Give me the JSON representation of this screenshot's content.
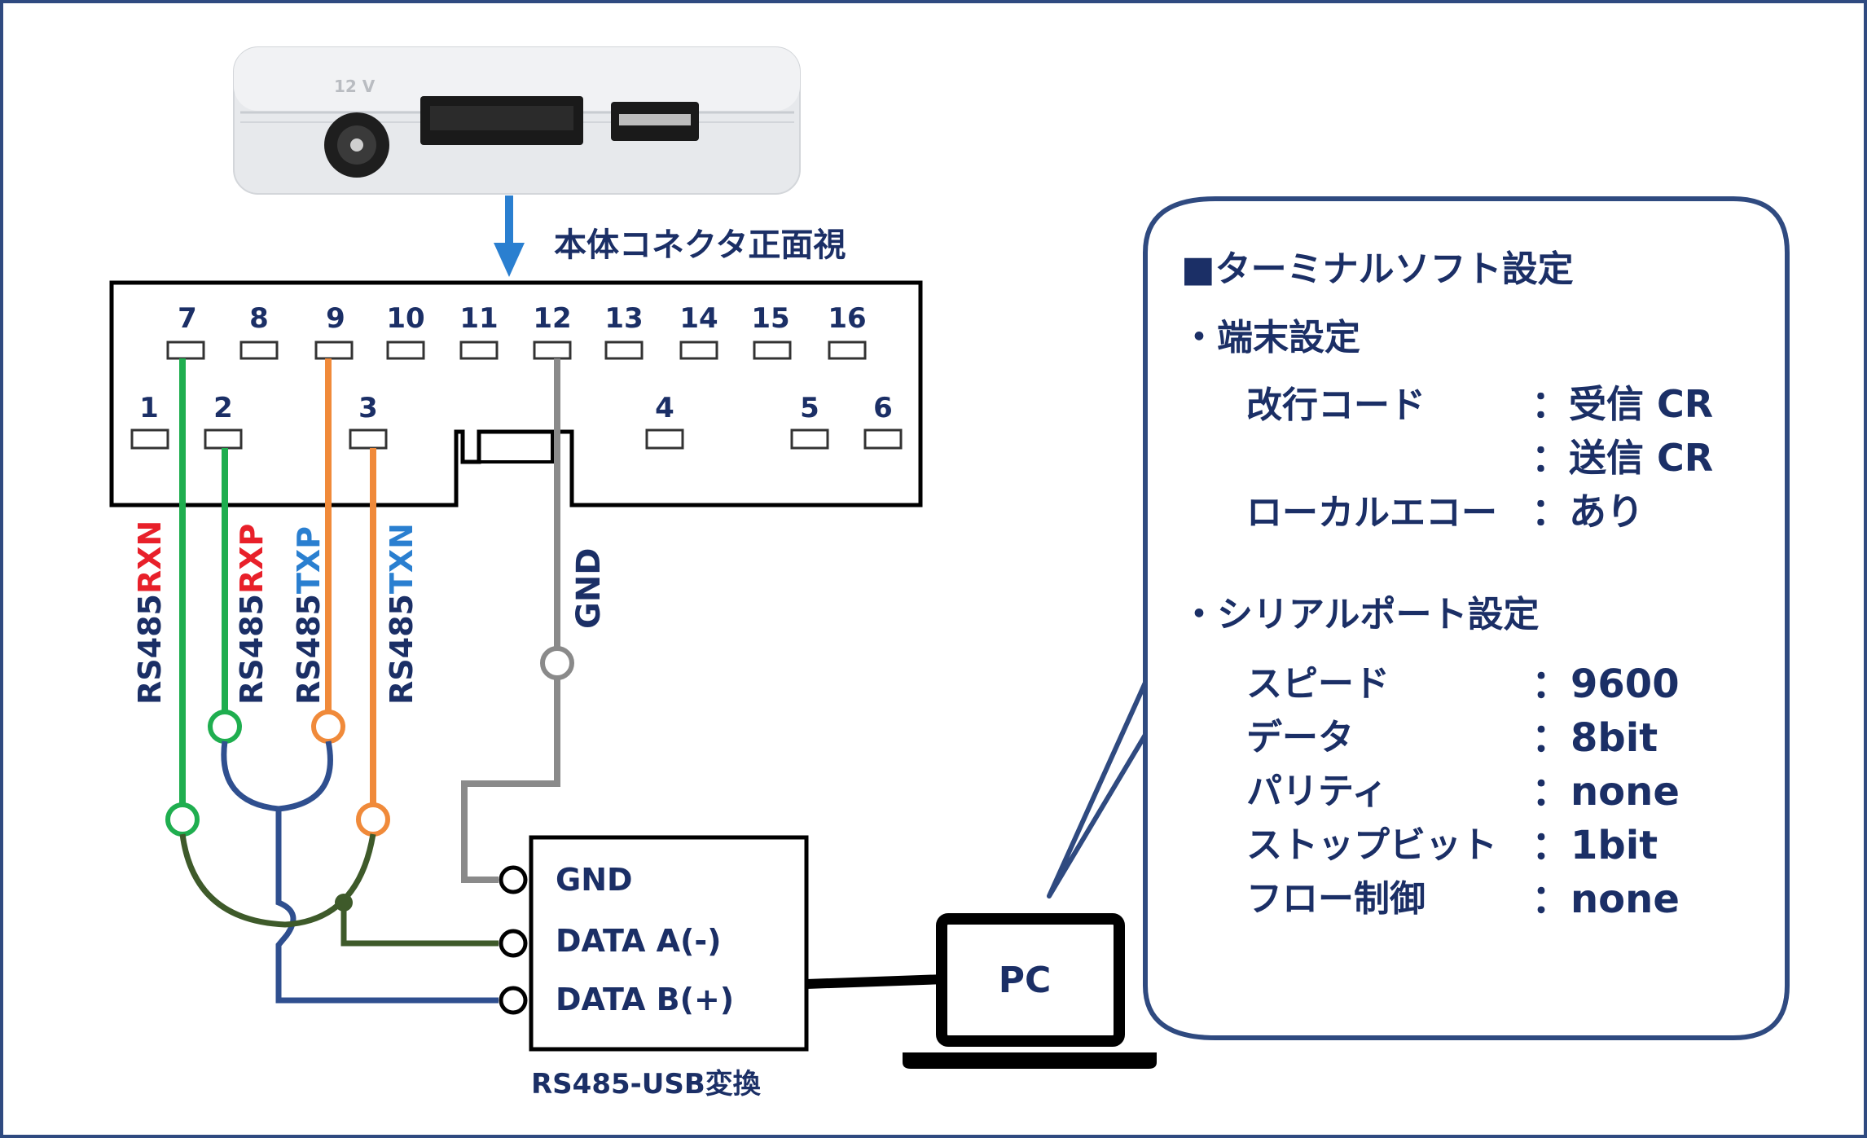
{
  "device": {
    "port_label": "12 V"
  },
  "arrow_caption": "本体コネクタ正面視",
  "connector": {
    "top_pins": [
      "7",
      "8",
      "9",
      "10",
      "11",
      "12",
      "13",
      "14",
      "15",
      "16"
    ],
    "bottom_pins": [
      "1",
      "2",
      "3",
      "4",
      "5",
      "6"
    ]
  },
  "signals": {
    "rxn": {
      "prefix": "RS485",
      "suffix": "RXN"
    },
    "rxp": {
      "prefix": "RS485",
      "suffix": "RXP"
    },
    "txp": {
      "prefix": "RS485",
      "suffix": "TXP"
    },
    "txn": {
      "prefix": "RS485",
      "suffix": "TXN"
    },
    "gnd": "GND"
  },
  "converter": {
    "terminals": [
      "GND",
      "DATA A(-)",
      "DATA B(+)"
    ],
    "caption": "RS485-USB変換"
  },
  "pc_label": "PC",
  "settings": {
    "title": "■ターミナルソフト設定",
    "terminal_heading": "・端末設定",
    "terminal_rows": [
      {
        "label": "改行コード",
        "value": "：受信 CR"
      },
      {
        "label": "",
        "value": "：送信 CR"
      },
      {
        "label": "ローカルエコー",
        "value": "：あり"
      }
    ],
    "serial_heading": "・シリアルポート設定",
    "serial_rows": [
      {
        "label": "スピード",
        "value": "：9600"
      },
      {
        "label": "データ",
        "value": "：8bit"
      },
      {
        "label": "パリティ",
        "value": "：none"
      },
      {
        "label": "ストップビット",
        "value": "：1bit"
      },
      {
        "label": "フロー制御",
        "value": "：none"
      }
    ]
  },
  "colors": {
    "navy": "#1b2f66",
    "rxn_wire": "#1fae4f",
    "txp_wire": "#f08a3a",
    "gnd_wire": "#8a8a8a",
    "data_a_wire": "#3e5a2a",
    "data_b_wire": "#2f4f8f",
    "red_text": "#e8202a",
    "blue_text": "#2a7fd0",
    "arrow": "#2a7fd0"
  }
}
